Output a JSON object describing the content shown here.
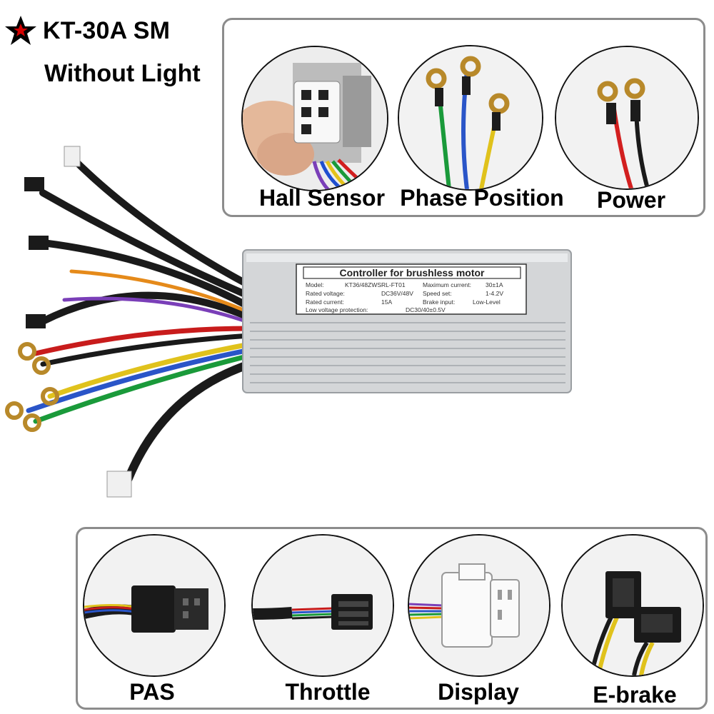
{
  "header": {
    "title": "KT-30A SM",
    "subtitle": "Without Light",
    "star_icon": "star-icon",
    "star_color": "#d40000"
  },
  "top_panel": {
    "items": [
      {
        "label": "Hall Sensor",
        "icon": "hall-sensor-connector"
      },
      {
        "label": "Phase Position",
        "icon": "phase-wire-ring-terminals"
      },
      {
        "label": "Power",
        "icon": "power-wire-ring-terminals"
      }
    ]
  },
  "bottom_panel": {
    "items": [
      {
        "label": "PAS",
        "icon": "pas-connector"
      },
      {
        "label": "Throttle",
        "icon": "throttle-connector"
      },
      {
        "label": "Display",
        "icon": "display-connector"
      },
      {
        "label": "E-brake",
        "icon": "ebrake-connector"
      }
    ]
  },
  "controller_label": {
    "heading": "Controller for brushless motor",
    "rows": [
      [
        "Model:",
        "KT36/48ZWSRL-FT01",
        "Maximum current:",
        "30±1A"
      ],
      [
        "Rated voltage:",
        "DC36V/48V",
        "Speed set:",
        "1-4.2V"
      ],
      [
        "Rated current:",
        "15A",
        "Brake input:",
        "Low-Level"
      ]
    ],
    "low_voltage_label": "Low voltage protection:",
    "low_voltage_value": "DC30/40±0.5V"
  }
}
